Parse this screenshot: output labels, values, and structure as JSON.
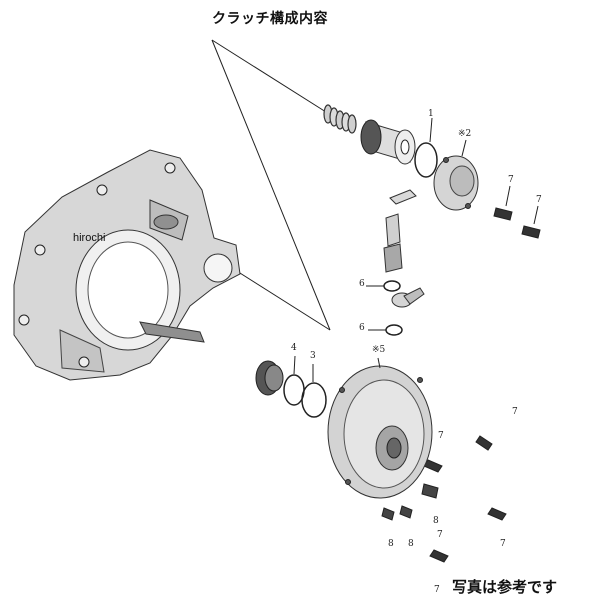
{
  "title": "クラッチ構成内容",
  "watermark": "hirochi",
  "footer_note": "写真は参考です",
  "callouts": {
    "c1": "1",
    "c2": "※2",
    "c3": "3",
    "c4": "4",
    "c5": "※5",
    "c6a": "6",
    "c6b": "6",
    "c7a": "7",
    "c7b": "7",
    "c7c": "7",
    "c7d": "7",
    "c7e": "7",
    "c7f": "7",
    "c7g": "7",
    "c8a": "8",
    "c8b": "8",
    "c8c": "8"
  }
}
